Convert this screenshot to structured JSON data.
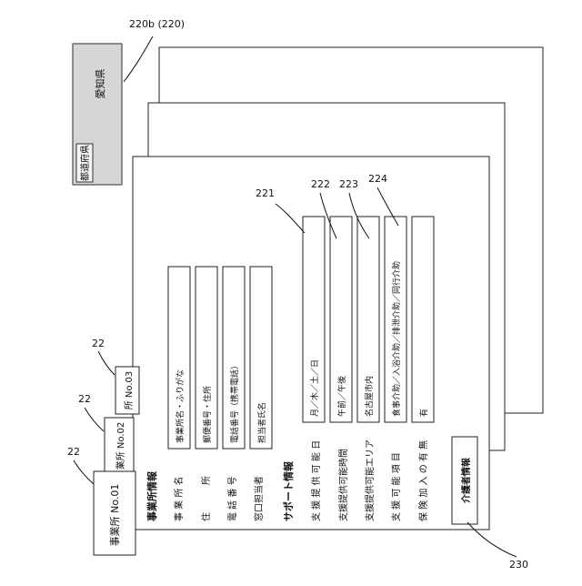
{
  "refs": {
    "pref_tab": "220b (220)",
    "sheet_1": "22",
    "sheet_2": "22",
    "sheet_3": "22",
    "f221": "221",
    "f222": "222",
    "f223": "223",
    "f224": "224",
    "f230": "230"
  },
  "prefecture": {
    "label": "都道府県",
    "value": "愛知県"
  },
  "tabs": {
    "t1": "事業所 No.01",
    "t2": "業所 No.02",
    "t3": "所 No.03"
  },
  "office_info": {
    "heading": "事業所情報",
    "rows": [
      {
        "label": "事 業 所 名",
        "value": "事業所名・ふりがな"
      },
      {
        "label": "住　　　所",
        "value": "郵便番号・住所"
      },
      {
        "label": "電 話 番 号",
        "value": "電話番号（携帯電話）"
      },
      {
        "label": "窓口担当者",
        "value": "担当者氏名"
      }
    ]
  },
  "support_info": {
    "heading": "サポート情報",
    "rows": [
      {
        "label": "支 援 提 供 可 能 日",
        "value": "月／木／土／日"
      },
      {
        "label": "支援提供可能時間",
        "value": "午前／午後"
      },
      {
        "label": "支援提供可能エリア",
        "value": "名古屋市内"
      },
      {
        "label": "支 援 可 能 項 目",
        "value": "食事介助／入浴介助／排泄介助／同行介助"
      },
      {
        "label": "保 険 加 入 の 有 無",
        "value": "有"
      }
    ]
  },
  "caregiver_button": "介護者情報"
}
